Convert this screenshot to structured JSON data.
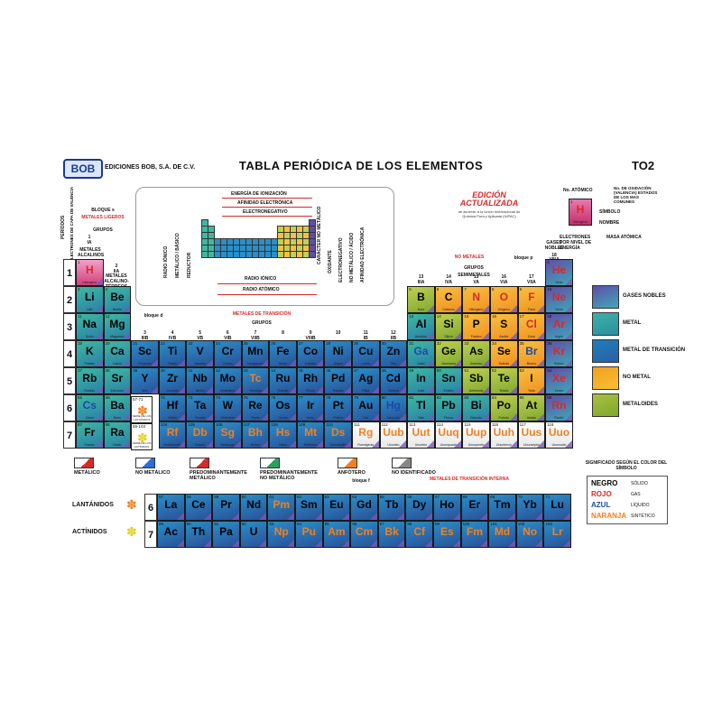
{
  "header": {
    "logo": "BOB",
    "publisher": "EDICIONES BOB, S.A. DE C.V.",
    "title": "TABLA PERIÓDICA DE LOS ELEMENTOS",
    "code": "TO2"
  },
  "edition": {
    "title": "EDICIÓN ACTUALIZADA",
    "subtitle": "de acuerdo a la Unión Internacional de Química Pura y Aplicada (IUPAC)"
  },
  "trends": {
    "top": [
      "ENERGÍA DE IONIZACIÓN",
      "AFINIDAD ELECTRÓNICA",
      "ELECTRONEGATIVO"
    ],
    "bottom": [
      "RADIO IÓNICO",
      "RADIO ATÓMICO"
    ],
    "left": [
      "RADIO IÓNICO",
      "METÁLICO / BÁSICO",
      "REDUCTOR"
    ],
    "right": [
      "CARÁCTER NO METÁLICO",
      "OXIDANTE",
      "ELECTRONEGATIVO",
      "NO METÁLICO / ÁCIDO",
      "AFINIDAD ELECTRÓNICA"
    ]
  },
  "cell_legend": {
    "left": [
      "No. ATÓMICO"
    ],
    "top": "No. DE OXIDACIÓN (VALENCIA) ESTADOS DE LOS MAS COMUNES",
    "right": [
      "SÍMBOLO",
      "NOMBRE"
    ],
    "bottom_left": "ELECTRONES POR NIVEL DE ENERGÍA",
    "bottom_right": "MASA ATÓMICA",
    "sample": {
      "num": "1",
      "sym": "H",
      "name": "Hidrógeno",
      "mass": "1.00794"
    }
  },
  "labels": {
    "bloque_s": "BLOQUE s",
    "metales_ligeros": "METALES LIGEROS",
    "grupos": "GRUPOS",
    "group1": "1",
    "group1_sub": "IA",
    "metales_alcalinos": "METALES ALCALINOS",
    "group2": "2",
    "group2_sub": "IIA",
    "metales_alcalinoterreos": "METALES ALCALINO-TÉRREOS",
    "bloque_d": "bloque d",
    "metales_transicion": "METALES DE TRANSICIÓN",
    "grupos_trans": "GRUPOS",
    "no_metales": "NO METALES",
    "bloque_p": "bloque p",
    "grupos_p": "GRUPOS",
    "semimetales": "SEMIMETALES",
    "gases_nobles_top": "GASES NOBLES",
    "group18": "18",
    "group18_sub": "VIIIA",
    "bloque_f": "bloque f",
    "metales_transicion_interna": "METALES DE TRANSICIÓN INTERNA",
    "lantanidos": "LANTÁNIDOS",
    "actinidos": "ACTÍNIDOS",
    "period_label": "PERÍODOS",
    "side_label": "ELECTRONES DE CAPA DE VALENCIA",
    "ln_range": "57-71",
    "ln_name": "SERIE DE LOS LANTÁNIDOS",
    "an_range": "89-103",
    "an_name": "SERIE DE LOS ACTÍNIDOS"
  },
  "group_heads": [
    {
      "n": "3",
      "r": "IIIB"
    },
    {
      "n": "4",
      "r": "IVB"
    },
    {
      "n": "5",
      "r": "VB"
    },
    {
      "n": "6",
      "r": "VIB"
    },
    {
      "n": "7",
      "r": "VIIB"
    },
    {
      "n": "8",
      "r": ""
    },
    {
      "n": "9",
      "r": "VIIIB"
    },
    {
      "n": "10",
      "r": ""
    },
    {
      "n": "11",
      "r": "IB"
    },
    {
      "n": "12",
      "r": "IIB"
    },
    {
      "n": "13",
      "r": "IIIA"
    },
    {
      "n": "14",
      "r": "IVA"
    },
    {
      "n": "15",
      "r": "VA"
    },
    {
      "n": "16",
      "r": "VIA"
    },
    {
      "n": "17",
      "r": "VIIA"
    }
  ],
  "periods": [
    "1",
    "2",
    "3",
    "4",
    "5",
    "6",
    "7"
  ],
  "series_periods": [
    "6",
    "7"
  ],
  "categories": [
    {
      "label": "GASES NOBLES",
      "color_top": "#5f4fa8",
      "color_bottom": "#3fa8b8"
    },
    {
      "label": "METAL",
      "color_top": "#3fb0a8",
      "color_bottom": "#2a8fa0"
    },
    {
      "label": "METAL DE TRANSICIÓN",
      "color_top": "#1f7fb8",
      "color_bottom": "#2a5fa8"
    },
    {
      "label": "NO METAL",
      "color_top": "#f0a020",
      "color_bottom": "#f8c030"
    },
    {
      "label": "METALOIDES",
      "color_top": "#a8c040",
      "color_bottom": "#7fa830"
    }
  ],
  "keys": [
    {
      "label": "METÁLICO",
      "mark": "#d62a2a"
    },
    {
      "label": "NO METÁLICO",
      "mark": "#2a6fd6"
    },
    {
      "label": "PREDOMINANTEMENTE METÁLICO",
      "mark": "#d62a2a"
    },
    {
      "label": "PREDOMINANTEMENTE NO METÁLICO",
      "mark": "#2aa060"
    },
    {
      "label": "ANFÓTERO",
      "mark": "#f08020"
    },
    {
      "label": "NO IDENTIFICADO",
      "mark": "#888888"
    }
  ],
  "colour_key": {
    "title": "SIGNIFICADO SEGÚN EL COLOR DEL SÍMBOLO",
    "items": [
      {
        "word": "NEGRO",
        "meaning": "SÓLIDO",
        "color": "#000000"
      },
      {
        "word": "ROJO",
        "meaning": "GAS",
        "color": "#d62a2a"
      },
      {
        "word": "AZUL",
        "meaning": "LÍQUIDO",
        "color": "#1a4ba8"
      },
      {
        "word": "NARANJA",
        "meaning": "SINTÉTICO",
        "color": "#f08020"
      }
    ]
  },
  "elements": [
    {
      "n": "1",
      "s": "H",
      "name": "Hidrógeno",
      "p": 1,
      "g": 1,
      "cat": "h",
      "sc": "red"
    },
    {
      "n": "2",
      "s": "He",
      "name": "Helio",
      "p": 1,
      "g": 18,
      "cat": "ng",
      "sc": "red"
    },
    {
      "n": "3",
      "s": "Li",
      "name": "Litio",
      "p": 2,
      "g": 1,
      "cat": "metal",
      "sc": "black"
    },
    {
      "n": "4",
      "s": "Be",
      "name": "Berilio",
      "p": 2,
      "g": 2,
      "cat": "metal",
      "sc": "black"
    },
    {
      "n": "5",
      "s": "B",
      "name": "Boro",
      "p": 2,
      "g": 13,
      "cat": "metalloid",
      "sc": "black"
    },
    {
      "n": "6",
      "s": "C",
      "name": "Carbono",
      "p": 2,
      "g": 14,
      "cat": "nonmetal",
      "sc": "black"
    },
    {
      "n": "7",
      "s": "N",
      "name": "Nitrógeno",
      "p": 2,
      "g": 15,
      "cat": "nonmetal",
      "sc": "red"
    },
    {
      "n": "8",
      "s": "O",
      "name": "Oxígeno",
      "p": 2,
      "g": 16,
      "cat": "nonmetal",
      "sc": "red"
    },
    {
      "n": "9",
      "s": "F",
      "name": "Flúor",
      "p": 2,
      "g": 17,
      "cat": "nonmetal",
      "sc": "red"
    },
    {
      "n": "10",
      "s": "Ne",
      "name": "Neón",
      "p": 2,
      "g": 18,
      "cat": "ng",
      "sc": "red"
    },
    {
      "n": "11",
      "s": "Na",
      "name": "Sodio",
      "p": 3,
      "g": 1,
      "cat": "metal",
      "sc": "black"
    },
    {
      "n": "12",
      "s": "Mg",
      "name": "Magnesio",
      "p": 3,
      "g": 2,
      "cat": "metal",
      "sc": "black"
    },
    {
      "n": "13",
      "s": "Al",
      "name": "Aluminio",
      "p": 3,
      "g": 13,
      "cat": "metal",
      "sc": "black"
    },
    {
      "n": "14",
      "s": "Si",
      "name": "Silicio",
      "p": 3,
      "g": 14,
      "cat": "metalloid",
      "sc": "black"
    },
    {
      "n": "15",
      "s": "P",
      "name": "Fósforo",
      "p": 3,
      "g": 15,
      "cat": "nonmetal",
      "sc": "black"
    },
    {
      "n": "16",
      "s": "S",
      "name": "Azufre",
      "p": 3,
      "g": 16,
      "cat": "nonmetal",
      "sc": "black"
    },
    {
      "n": "17",
      "s": "Cl",
      "name": "Cloro",
      "p": 3,
      "g": 17,
      "cat": "nonmetal",
      "sc": "red"
    },
    {
      "n": "18",
      "s": "Ar",
      "name": "Argón",
      "p": 3,
      "g": 18,
      "cat": "ng",
      "sc": "red"
    },
    {
      "n": "19",
      "s": "K",
      "name": "Potasio",
      "p": 4,
      "g": 1,
      "cat": "metal",
      "sc": "black"
    },
    {
      "n": "20",
      "s": "Ca",
      "name": "Calcio",
      "p": 4,
      "g": 2,
      "cat": "metal",
      "sc": "black"
    },
    {
      "n": "21",
      "s": "Sc",
      "name": "Escandio",
      "p": 4,
      "g": 3,
      "cat": "trans",
      "sc": "black"
    },
    {
      "n": "22",
      "s": "Ti",
      "name": "Titanio",
      "p": 4,
      "g": 4,
      "cat": "trans",
      "sc": "black"
    },
    {
      "n": "23",
      "s": "V",
      "name": "Vanadio",
      "p": 4,
      "g": 5,
      "cat": "trans",
      "sc": "black"
    },
    {
      "n": "24",
      "s": "Cr",
      "name": "Cromo",
      "p": 4,
      "g": 6,
      "cat": "trans",
      "sc": "black"
    },
    {
      "n": "25",
      "s": "Mn",
      "name": "Manganeso",
      "p": 4,
      "g": 7,
      "cat": "trans",
      "sc": "black"
    },
    {
      "n": "26",
      "s": "Fe",
      "name": "Hierro",
      "p": 4,
      "g": 8,
      "cat": "trans",
      "sc": "black"
    },
    {
      "n": "27",
      "s": "Co",
      "name": "Cobalto",
      "p": 4,
      "g": 9,
      "cat": "trans",
      "sc": "black"
    },
    {
      "n": "28",
      "s": "Ni",
      "name": "Níquel",
      "p": 4,
      "g": 10,
      "cat": "trans",
      "sc": "black"
    },
    {
      "n": "29",
      "s": "Cu",
      "name": "Cobre",
      "p": 4,
      "g": 11,
      "cat": "trans",
      "sc": "black"
    },
    {
      "n": "30",
      "s": "Zn",
      "name": "Zinc",
      "p": 4,
      "g": 12,
      "cat": "trans",
      "sc": "black"
    },
    {
      "n": "31",
      "s": "Ga",
      "name": "Galio",
      "p": 4,
      "g": 13,
      "cat": "metal",
      "sc": "blue"
    },
    {
      "n": "32",
      "s": "Ge",
      "name": "Germanio",
      "p": 4,
      "g": 14,
      "cat": "metalloid",
      "sc": "black"
    },
    {
      "n": "33",
      "s": "As",
      "name": "Arsénico",
      "p": 4,
      "g": 15,
      "cat": "metalloid",
      "sc": "black"
    },
    {
      "n": "34",
      "s": "Se",
      "name": "Selenio",
      "p": 4,
      "g": 16,
      "cat": "nonmetal",
      "sc": "black"
    },
    {
      "n": "35",
      "s": "Br",
      "name": "Bromo",
      "p": 4,
      "g": 17,
      "cat": "nonmetal",
      "sc": "blue"
    },
    {
      "n": "36",
      "s": "Kr",
      "name": "Kriptón",
      "p": 4,
      "g": 18,
      "cat": "ng",
      "sc": "red"
    },
    {
      "n": "37",
      "s": "Rb",
      "name": "Rubidio",
      "p": 5,
      "g": 1,
      "cat": "metal",
      "sc": "black"
    },
    {
      "n": "38",
      "s": "Sr",
      "name": "Estroncio",
      "p": 5,
      "g": 2,
      "cat": "metal",
      "sc": "black"
    },
    {
      "n": "39",
      "s": "Y",
      "name": "Itrio",
      "p": 5,
      "g": 3,
      "cat": "trans",
      "sc": "black"
    },
    {
      "n": "40",
      "s": "Zr",
      "name": "Circonio",
      "p": 5,
      "g": 4,
      "cat": "trans",
      "sc": "black"
    },
    {
      "n": "41",
      "s": "Nb",
      "name": "Niobio",
      "p": 5,
      "g": 5,
      "cat": "trans",
      "sc": "black"
    },
    {
      "n": "42",
      "s": "Mo",
      "name": "Molibdeno",
      "p": 5,
      "g": 6,
      "cat": "trans",
      "sc": "black"
    },
    {
      "n": "43",
      "s": "Tc",
      "name": "Tecnecio",
      "p": 5,
      "g": 7,
      "cat": "trans",
      "sc": "orange"
    },
    {
      "n": "44",
      "s": "Ru",
      "name": "Rutenio",
      "p": 5,
      "g": 8,
      "cat": "trans",
      "sc": "black"
    },
    {
      "n": "45",
      "s": "Rh",
      "name": "Rodio",
      "p": 5,
      "g": 9,
      "cat": "trans",
      "sc": "black"
    },
    {
      "n": "46",
      "s": "Pd",
      "name": "Paladio",
      "p": 5,
      "g": 10,
      "cat": "trans",
      "sc": "black"
    },
    {
      "n": "47",
      "s": "Ag",
      "name": "Plata",
      "p": 5,
      "g": 11,
      "cat": "trans",
      "sc": "black"
    },
    {
      "n": "48",
      "s": "Cd",
      "name": "Cadmio",
      "p": 5,
      "g": 12,
      "cat": "trans",
      "sc": "black"
    },
    {
      "n": "49",
      "s": "In",
      "name": "Indio",
      "p": 5,
      "g": 13,
      "cat": "metal",
      "sc": "black"
    },
    {
      "n": "50",
      "s": "Sn",
      "name": "Estaño",
      "p": 5,
      "g": 14,
      "cat": "metal",
      "sc": "black"
    },
    {
      "n": "51",
      "s": "Sb",
      "name": "Antimonio",
      "p": 5,
      "g": 15,
      "cat": "metalloid",
      "sc": "black"
    },
    {
      "n": "52",
      "s": "Te",
      "name": "Telurio",
      "p": 5,
      "g": 16,
      "cat": "metalloid",
      "sc": "black"
    },
    {
      "n": "53",
      "s": "I",
      "name": "Yodo",
      "p": 5,
      "g": 17,
      "cat": "nonmetal",
      "sc": "black"
    },
    {
      "n": "54",
      "s": "Xe",
      "name": "Xenón",
      "p": 5,
      "g": 18,
      "cat": "ng",
      "sc": "red"
    },
    {
      "n": "55",
      "s": "Cs",
      "name": "Cesio",
      "p": 6,
      "g": 1,
      "cat": "metal",
      "sc": "blue"
    },
    {
      "n": "56",
      "s": "Ba",
      "name": "Bario",
      "p": 6,
      "g": 2,
      "cat": "metal",
      "sc": "black"
    },
    {
      "n": "72",
      "s": "Hf",
      "name": "Hafnio",
      "p": 6,
      "g": 4,
      "cat": "trans",
      "sc": "black"
    },
    {
      "n": "73",
      "s": "Ta",
      "name": "Tántalo",
      "p": 6,
      "g": 5,
      "cat": "trans",
      "sc": "black"
    },
    {
      "n": "74",
      "s": "W",
      "name": "Wolframio",
      "p": 6,
      "g": 6,
      "cat": "trans",
      "sc": "black"
    },
    {
      "n": "75",
      "s": "Re",
      "name": "Renio",
      "p": 6,
      "g": 7,
      "cat": "trans",
      "sc": "black"
    },
    {
      "n": "76",
      "s": "Os",
      "name": "Osmio",
      "p": 6,
      "g": 8,
      "cat": "trans",
      "sc": "black"
    },
    {
      "n": "77",
      "s": "Ir",
      "name": "Iridio",
      "p": 6,
      "g": 9,
      "cat": "trans",
      "sc": "black"
    },
    {
      "n": "78",
      "s": "Pt",
      "name": "Platino",
      "p": 6,
      "g": 10,
      "cat": "trans",
      "sc": "black"
    },
    {
      "n": "79",
      "s": "Au",
      "name": "Oro",
      "p": 6,
      "g": 11,
      "cat": "trans",
      "sc": "black"
    },
    {
      "n": "80",
      "s": "Hg",
      "name": "Mercurio",
      "p": 6,
      "g": 12,
      "cat": "trans",
      "sc": "blue"
    },
    {
      "n": "81",
      "s": "Tl",
      "name": "Talio",
      "p": 6,
      "g": 13,
      "cat": "metal",
      "sc": "black"
    },
    {
      "n": "82",
      "s": "Pb",
      "name": "Plomo",
      "p": 6,
      "g": 14,
      "cat": "metal",
      "sc": "black"
    },
    {
      "n": "83",
      "s": "Bi",
      "name": "Bismuto",
      "p": 6,
      "g": 15,
      "cat": "metal",
      "sc": "black"
    },
    {
      "n": "84",
      "s": "Po",
      "name": "Polonio",
      "p": 6,
      "g": 16,
      "cat": "metalloid",
      "sc": "black"
    },
    {
      "n": "85",
      "s": "At",
      "name": "Astato",
      "p": 6,
      "g": 17,
      "cat": "metalloid",
      "sc": "black"
    },
    {
      "n": "86",
      "s": "Rn",
      "name": "Radón",
      "p": 6,
      "g": 18,
      "cat": "ng",
      "sc": "red"
    },
    {
      "n": "87",
      "s": "Fr",
      "name": "Francio",
      "p": 7,
      "g": 1,
      "cat": "metal",
      "sc": "black"
    },
    {
      "n": "88",
      "s": "Ra",
      "name": "Radio",
      "p": 7,
      "g": 2,
      "cat": "metal",
      "sc": "black"
    },
    {
      "n": "104",
      "s": "Rf",
      "name": "Rutherfordio",
      "p": 7,
      "g": 4,
      "cat": "trans",
      "sc": "orange"
    },
    {
      "n": "105",
      "s": "Db",
      "name": "Dubnio",
      "p": 7,
      "g": 5,
      "cat": "trans",
      "sc": "orange"
    },
    {
      "n": "106",
      "s": "Sg",
      "name": "Seaborgio",
      "p": 7,
      "g": 6,
      "cat": "trans",
      "sc": "orange"
    },
    {
      "n": "107",
      "s": "Bh",
      "name": "Bohrio",
      "p": 7,
      "g": 7,
      "cat": "trans",
      "sc": "orange"
    },
    {
      "n": "108",
      "s": "Hs",
      "name": "Hasio",
      "p": 7,
      "g": 8,
      "cat": "trans",
      "sc": "orange"
    },
    {
      "n": "109",
      "s": "Mt",
      "name": "Meitnerio",
      "p": 7,
      "g": 9,
      "cat": "trans",
      "sc": "orange"
    },
    {
      "n": "110",
      "s": "Ds",
      "name": "Darmstadtio",
      "p": 7,
      "g": 10,
      "cat": "trans",
      "sc": "orange"
    },
    {
      "n": "111",
      "s": "Rg",
      "name": "Roentgenio",
      "p": 7,
      "g": 11,
      "cat": "unknown",
      "sc": "orange"
    },
    {
      "n": "112",
      "s": "Uub",
      "name": "Ununbio",
      "p": 7,
      "g": 12,
      "cat": "unknown",
      "sc": "orange"
    },
    {
      "n": "113",
      "s": "Uut",
      "name": "Ununtrio",
      "p": 7,
      "g": 13,
      "cat": "unknown",
      "sc": "orange"
    },
    {
      "n": "114",
      "s": "Uuq",
      "name": "Ununquadio",
      "p": 7,
      "g": 14,
      "cat": "unknown",
      "sc": "orange"
    },
    {
      "n": "115",
      "s": "Uup",
      "name": "Ununpentio",
      "p": 7,
      "g": 15,
      "cat": "unknown",
      "sc": "orange"
    },
    {
      "n": "116",
      "s": "Uuh",
      "name": "Ununhexio",
      "p": 7,
      "g": 16,
      "cat": "unknown",
      "sc": "orange"
    },
    {
      "n": "117",
      "s": "Uus",
      "name": "Ununseptio",
      "p": 7,
      "g": 17,
      "cat": "unknown",
      "sc": "orange"
    },
    {
      "n": "118",
      "s": "Uuo",
      "name": "Ununoctio",
      "p": 7,
      "g": 18,
      "cat": "unknown",
      "sc": "orange"
    }
  ],
  "lanthanides": [
    {
      "n": "57",
      "s": "La"
    },
    {
      "n": "58",
      "s": "Ce"
    },
    {
      "n": "59",
      "s": "Pr"
    },
    {
      "n": "60",
      "s": "Nd"
    },
    {
      "n": "61",
      "s": "Pm",
      "sc": "orange"
    },
    {
      "n": "62",
      "s": "Sm"
    },
    {
      "n": "63",
      "s": "Eu"
    },
    {
      "n": "64",
      "s": "Gd"
    },
    {
      "n": "65",
      "s": "Tb"
    },
    {
      "n": "66",
      "s": "Dy"
    },
    {
      "n": "67",
      "s": "Ho"
    },
    {
      "n": "68",
      "s": "Er"
    },
    {
      "n": "69",
      "s": "Tm"
    },
    {
      "n": "70",
      "s": "Yb"
    },
    {
      "n": "71",
      "s": "Lu"
    }
  ],
  "actinides": [
    {
      "n": "89",
      "s": "Ac"
    },
    {
      "n": "90",
      "s": "Th"
    },
    {
      "n": "91",
      "s": "Pa"
    },
    {
      "n": "92",
      "s": "U"
    },
    {
      "n": "93",
      "s": "Np",
      "sc": "orange"
    },
    {
      "n": "94",
      "s": "Pu",
      "sc": "orange"
    },
    {
      "n": "95",
      "s": "Am",
      "sc": "orange"
    },
    {
      "n": "96",
      "s": "Cm",
      "sc": "orange"
    },
    {
      "n": "97",
      "s": "Bk",
      "sc": "orange"
    },
    {
      "n": "98",
      "s": "Cf",
      "sc": "orange"
    },
    {
      "n": "99",
      "s": "Es",
      "sc": "orange"
    },
    {
      "n": "100",
      "s": "Fm",
      "sc": "orange"
    },
    {
      "n": "101",
      "s": "Md",
      "sc": "orange"
    },
    {
      "n": "102",
      "s": "No",
      "sc": "orange"
    },
    {
      "n": "103",
      "s": "Lr",
      "sc": "orange"
    }
  ]
}
